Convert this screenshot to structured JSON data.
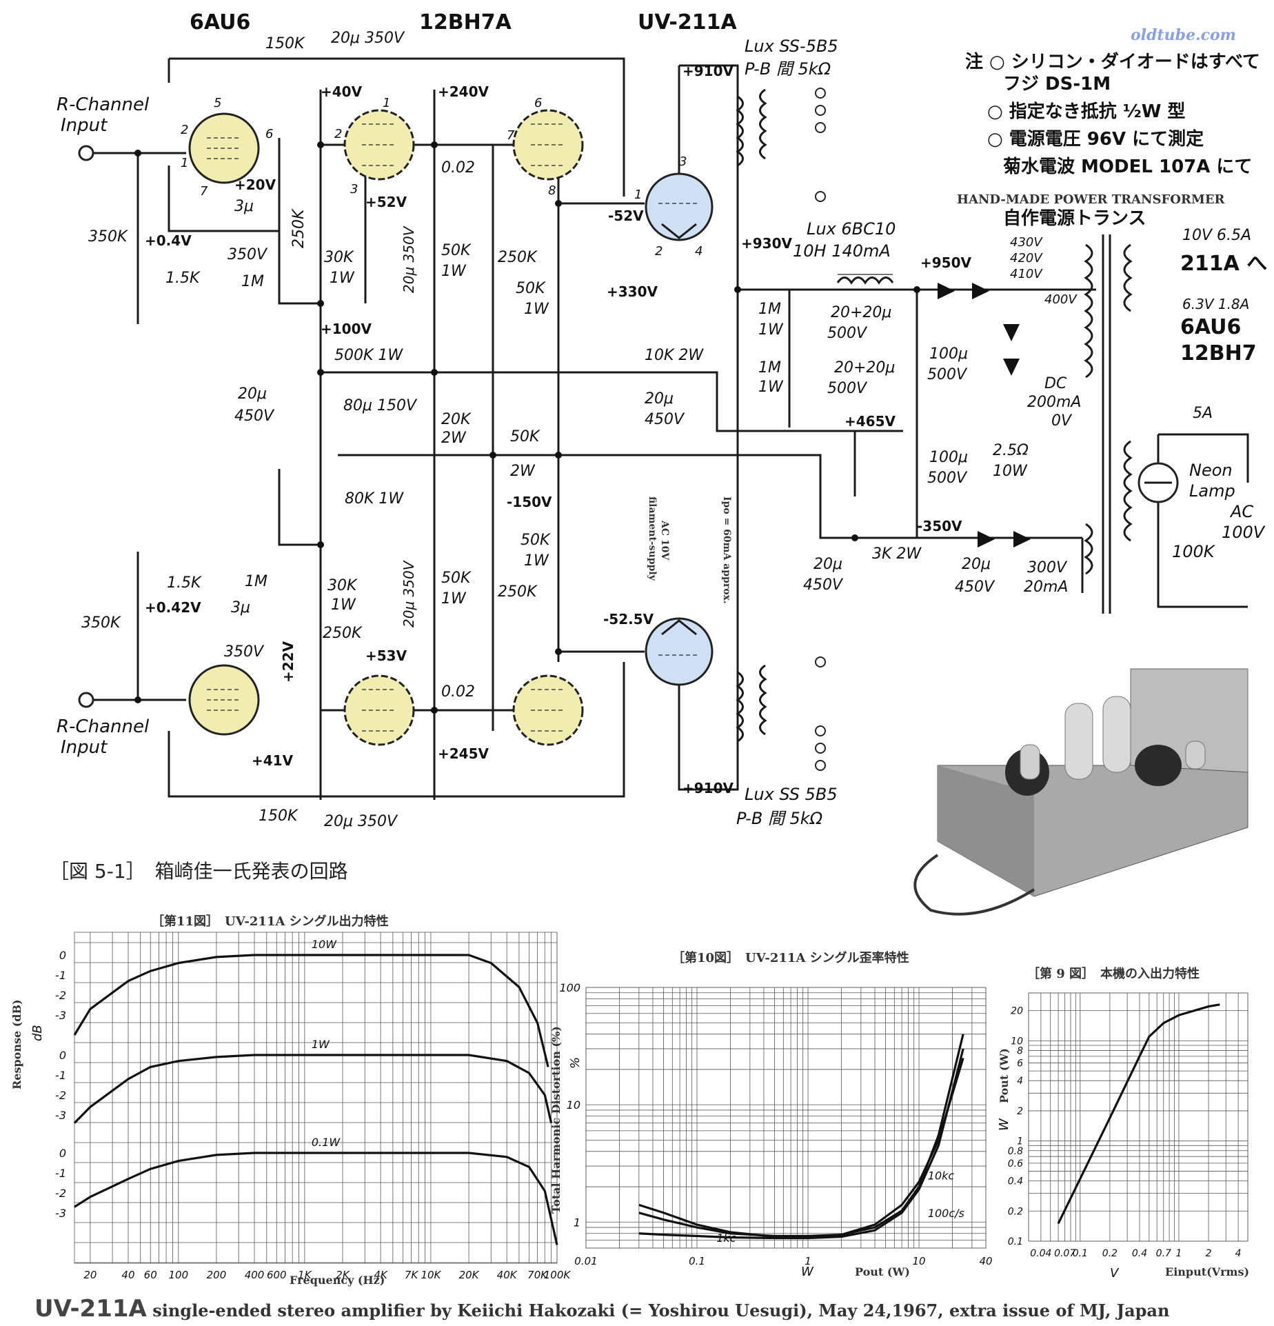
{
  "site": "oldtube.com",
  "tubes": {
    "t1": "6AU6",
    "t2": "12BH7A",
    "t3": "UV-211A"
  },
  "notes": {
    "n1": "注 ○ シリコン・ダイオードはすべて",
    "n2": "フジ DS-1M",
    "n3": "○ 指定なき抵抗 ½W 型",
    "n4": "○ 電源電圧 96V にて測定",
    "n5": "菊水電波 MODEL 107A にて"
  },
  "power_transformer": {
    "title_en": "HAND-MADE POWER TRANSFORMER",
    "title_jp": "自作電源トランス"
  },
  "inputs": {
    "top": [
      "R-Channel",
      "Input"
    ],
    "bottom": [
      "R-Channel",
      "Input"
    ]
  },
  "output_transformer": {
    "top": [
      "Lux SS-5B5",
      "P-B 間 5kΩ"
    ],
    "bottom": [
      "Lux SS 5B5",
      "P-B 間 5kΩ"
    ]
  },
  "choke": [
    "Lux 6BC10",
    "10H 140mA"
  ],
  "filament_note": [
    "AC 10V",
    "filament-supply"
  ],
  "ipo_note": "Ipo = 60mA approx.",
  "schematic_labels": {
    "r150k_top": "150K",
    "c20u_top": "20μ 350V",
    "v40": "+40V",
    "v240": "+240V",
    "v910_top": "+910V",
    "r350k_top": "350K",
    "v04": "+0.4V",
    "v20": "+20V",
    "c3u_top": "3μ",
    "c350v_top": "350V",
    "r1m_top": "1M",
    "r15k_top": "1.5K",
    "r250k_a": "250K",
    "v52": "+52V",
    "r30k_top": "30K",
    "w1_a": "1W",
    "c20u350_top": "20μ 350V",
    "r50k_top": "50K",
    "w1_b": "1W",
    "r250k_top": "250K",
    "c002_top": "0.02",
    "vneg52": "-52V",
    "r50k1w_top": "50K",
    "w1_c": "1W",
    "v330": "+330V",
    "v930": "+930V",
    "v100": "+100V",
    "r500k": "500K 1W",
    "r10k": "10K 2W",
    "c20u450_l": "20μ",
    "c450_l": "450V",
    "c20u450_m": "20μ",
    "c450_m": "450V",
    "c80u": "80μ 150V",
    "r20k": "20K",
    "w2_a": "2W",
    "r50k2w": "50K",
    "w2_b": "2W",
    "r80k": "80K 1W",
    "vneg150": "-150V",
    "r50k1w_b": "50K",
    "w1_d": "1W",
    "r350k_bot": "350K",
    "r15k_bot": "1.5K",
    "v042": "+0.42V",
    "c3u_bot": "3μ",
    "c350v_bot": "350V",
    "r1m_bot": "1M",
    "v22": "+22V",
    "r250k_b": "250K",
    "r30k_bot": "30K",
    "w1_e": "1W",
    "v53": "+53V",
    "c20u350_bot": "20μ 350V",
    "r50k_bot": "50K",
    "w1_f": "1W",
    "r250k_bot": "250K",
    "c002_bot": "0.02",
    "vneg525": "-52.5V",
    "v41": "+41V",
    "v245": "+245V",
    "v910_bot": "+910V",
    "r150k_bot": "150K",
    "c20u_bot": "20μ 350V",
    "r1m_p1": "1M",
    "w1_p1": "1W",
    "c2020_a": "20+20μ",
    "c500_a": "500V",
    "r1m_p2": "1M",
    "w1_p2": "1W",
    "c2020_b": "20+20μ",
    "c500_b": "500V",
    "c100_a": "100μ",
    "c500_c": "500V",
    "v950": "+950V",
    "v465": "+465V",
    "c100_b": "100μ",
    "c500_d": "500V",
    "r25": "2.5Ω",
    "w10": "10W",
    "vneg350": "-350V",
    "r3k": "3K 2W",
    "c20u_p": "20μ",
    "c450_p": "450V",
    "c20u_q": "20μ",
    "c450_q": "450V",
    "tap430": "430V",
    "tap420": "420V",
    "tap410": "410V",
    "tap400": "400V",
    "dc": "DC",
    "dc200": "200mA",
    "v0": "0V",
    "fil10": "10V 6.5A",
    "to211a": "211A へ",
    "fil63": "6.3V 1.8A",
    "to6au6": "6AU6",
    "to12bh7": "12BH7",
    "fuse": "5A",
    "neon": [
      "Neon",
      "Lamp"
    ],
    "r100k": "100K",
    "ac100": [
      "AC",
      "100V"
    ],
    "hv300": "300V",
    "hv20": "20mA",
    "pin1": "1",
    "pin2": "2",
    "pin3": "3",
    "pin4": "4",
    "pin5": "5",
    "pin6": "6",
    "pin7": "7",
    "pin8": "8"
  },
  "figure_caption": "［図 5-1］　箱崎佳一氏発表の回路",
  "caption": {
    "lead": "UV-211A",
    "rest": " single-ended stereo amplifier by Keiichi Hakozaki (= Yoshirou Uesugi), May 24,1967, extra issue of MJ, Japan"
  },
  "chart_data": [
    {
      "type": "line",
      "title": "［第11図］　UV-211A シングル出力特性",
      "xlabel": "Frequency (Hz)",
      "ylabel": "Response (dB)",
      "y_unit": "dB",
      "x_scale": "log",
      "xlim": [
        15,
        100000
      ],
      "x_tick_labels": [
        "20",
        "40",
        "60",
        "100",
        "200",
        "400",
        "600",
        "1K",
        "2K",
        "4K",
        "7K",
        "10K",
        "20K",
        "40K",
        "70K",
        "100K"
      ],
      "y_tick_labels": [
        "0",
        "-1",
        "-2",
        "-3"
      ],
      "grid": true,
      "series": [
        {
          "name": "10W",
          "x": [
            15,
            20,
            40,
            60,
            100,
            200,
            400,
            1000,
            4000,
            10000,
            20000,
            30000,
            50000,
            70000,
            85000
          ],
          "values": [
            -4,
            -2.7,
            -1.3,
            -0.8,
            -0.4,
            -0.1,
            0,
            0,
            0,
            0,
            0,
            -0.4,
            -1.6,
            -3.4,
            -5.6
          ]
        },
        {
          "name": "1W",
          "x": [
            15,
            20,
            40,
            60,
            100,
            200,
            400,
            1000,
            4000,
            10000,
            20000,
            40000,
            60000,
            80000,
            90000
          ],
          "values": [
            -3.4,
            -2.6,
            -1.2,
            -0.6,
            -0.3,
            -0.1,
            0,
            0,
            0,
            0,
            0,
            -0.3,
            -0.9,
            -2,
            -3.4
          ]
        },
        {
          "name": "0.1W",
          "x": [
            15,
            20,
            40,
            60,
            100,
            200,
            400,
            1000,
            4000,
            10000,
            20000,
            40000,
            60000,
            80000,
            100000
          ],
          "values": [
            -2.7,
            -2.2,
            -1.3,
            -0.8,
            -0.4,
            -0.1,
            0,
            0,
            0,
            0,
            0,
            -0.2,
            -0.7,
            -1.9,
            -4.6
          ]
        }
      ]
    },
    {
      "type": "line",
      "title": "［第10図］　UV-211A シングル歪率特性",
      "xlabel": "Pout (W)",
      "ylabel": "Total Harmonic Distortion (%)",
      "x_unit": "W",
      "y_unit": "%",
      "x_scale": "log",
      "y_scale": "log",
      "xlim": [
        0.01,
        40
      ],
      "ylim": [
        0.6,
        100
      ],
      "x_tick_labels": [
        "0.01",
        "0.1",
        "1",
        "10",
        "40"
      ],
      "y_tick_labels": [
        "100",
        "10",
        "1"
      ],
      "grid": true,
      "series": [
        {
          "name": "10kc",
          "x": [
            0.03,
            0.05,
            0.1,
            0.2,
            0.5,
            1,
            2,
            4,
            7,
            10,
            15,
            25
          ],
          "values": [
            1.4,
            1.2,
            0.95,
            0.82,
            0.75,
            0.74,
            0.78,
            0.95,
            1.4,
            2.2,
            5,
            25
          ]
        },
        {
          "name": "100c/s",
          "x": [
            0.03,
            0.05,
            0.1,
            0.2,
            0.5,
            1,
            2,
            4,
            7,
            10,
            15,
            25
          ],
          "values": [
            1.2,
            1.05,
            0.9,
            0.8,
            0.76,
            0.76,
            0.78,
            0.9,
            1.25,
            2,
            5.5,
            40
          ]
        },
        {
          "name": "1kc",
          "x": [
            0.03,
            0.05,
            0.1,
            0.2,
            0.5,
            1,
            2,
            4,
            7,
            10,
            15,
            25
          ],
          "values": [
            0.8,
            0.78,
            0.76,
            0.74,
            0.73,
            0.73,
            0.75,
            0.85,
            1.2,
            1.9,
            4.5,
            30
          ]
        }
      ]
    },
    {
      "type": "line",
      "title": "［第 9 図］　本機の入出力特性",
      "xlabel": "Einput(Vrms)",
      "ylabel": "Pout (W)",
      "x_unit": "V",
      "y_unit": "W",
      "x_scale": "log",
      "y_scale": "log",
      "xlim": [
        0.03,
        5
      ],
      "ylim": [
        0.1,
        30
      ],
      "x_tick_labels": [
        "0.04",
        "0.07",
        "0.1",
        "0.2",
        "0.4",
        "0.7",
        "1",
        "2",
        "4"
      ],
      "y_tick_labels": [
        "20",
        "10",
        "8",
        "6",
        "4",
        "2",
        "1",
        "0.8",
        "0.6",
        "0.4",
        "0.2",
        "0.1"
      ],
      "grid": true,
      "series": [
        {
          "name": "",
          "x": [
            0.06,
            0.1,
            0.2,
            0.4,
            0.5,
            0.7,
            1,
            2,
            2.6
          ],
          "values": [
            0.15,
            0.42,
            1.7,
            7,
            11,
            15,
            18,
            22,
            23
          ]
        }
      ]
    }
  ]
}
